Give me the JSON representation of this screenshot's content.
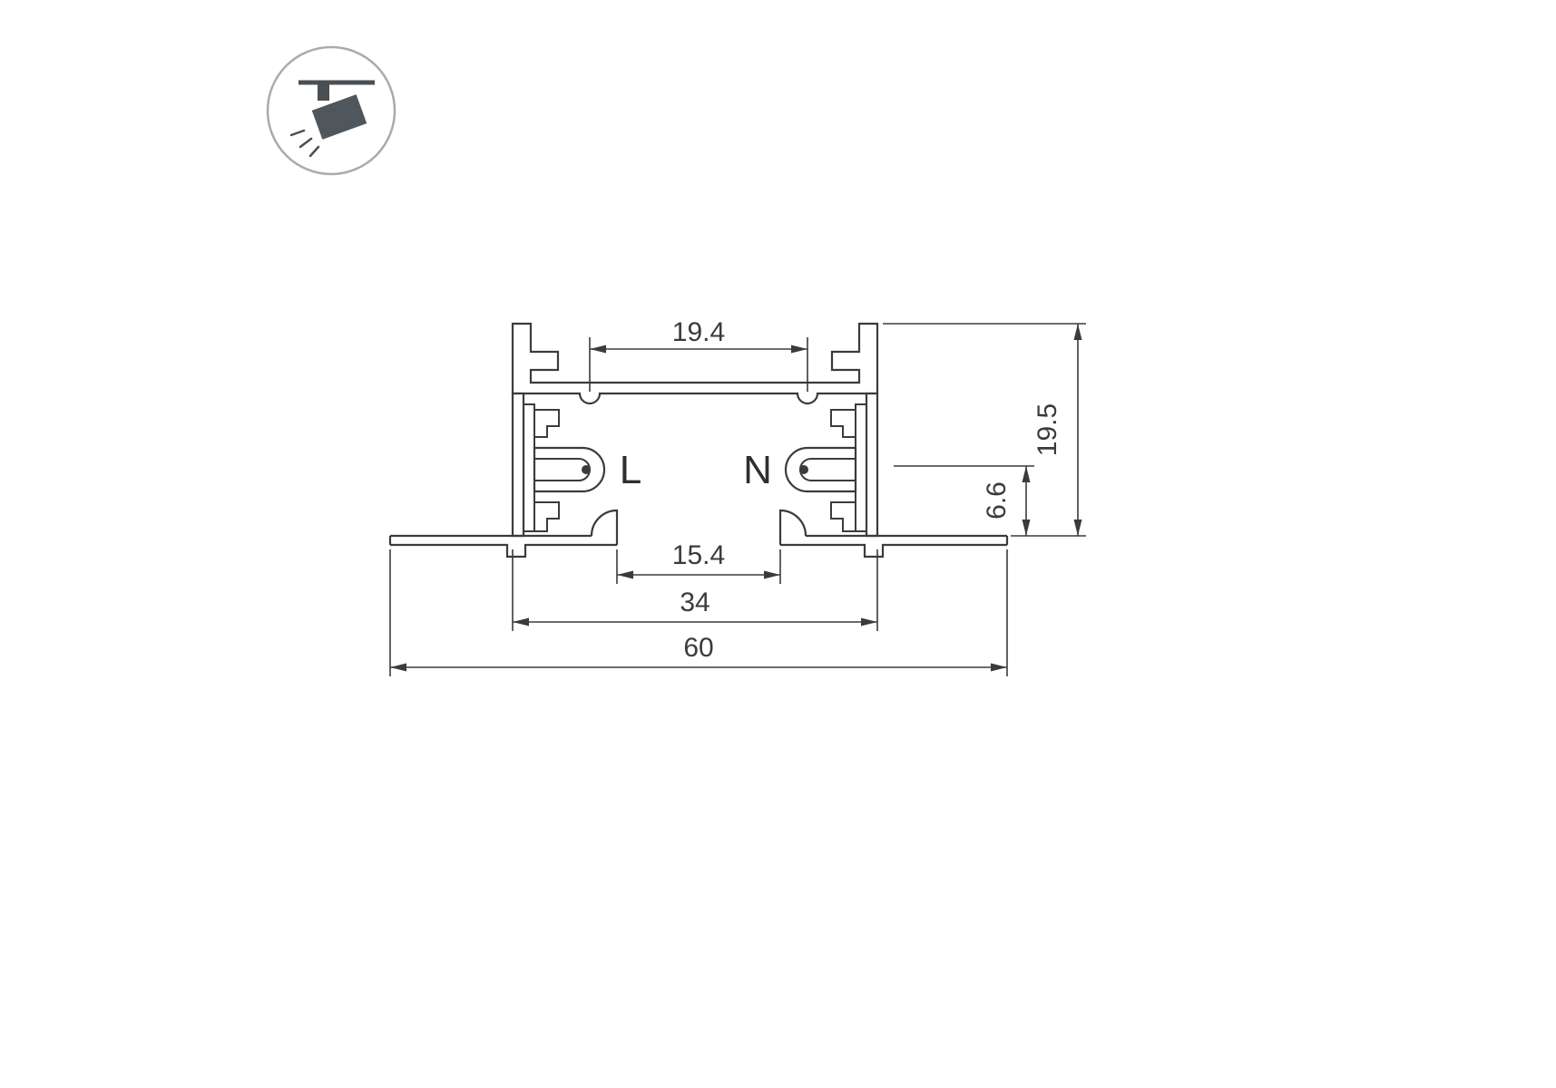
{
  "page": {
    "background": "#ffffff",
    "line_color": "#3b3b3b"
  },
  "drawing": {
    "icon": {
      "name": "track-spotlight-icon",
      "circle_color": "#a7acaf",
      "fixture_color": "#4f565c"
    },
    "conductor_labels": {
      "live": "L",
      "neutral": "N"
    },
    "dimensions": {
      "top_rib_spacing": "19.4",
      "overall_height": "19.5",
      "conductor_depth": "6.6",
      "bottom_opening": "15.4",
      "body_width": "34",
      "overall_width": "60"
    }
  }
}
